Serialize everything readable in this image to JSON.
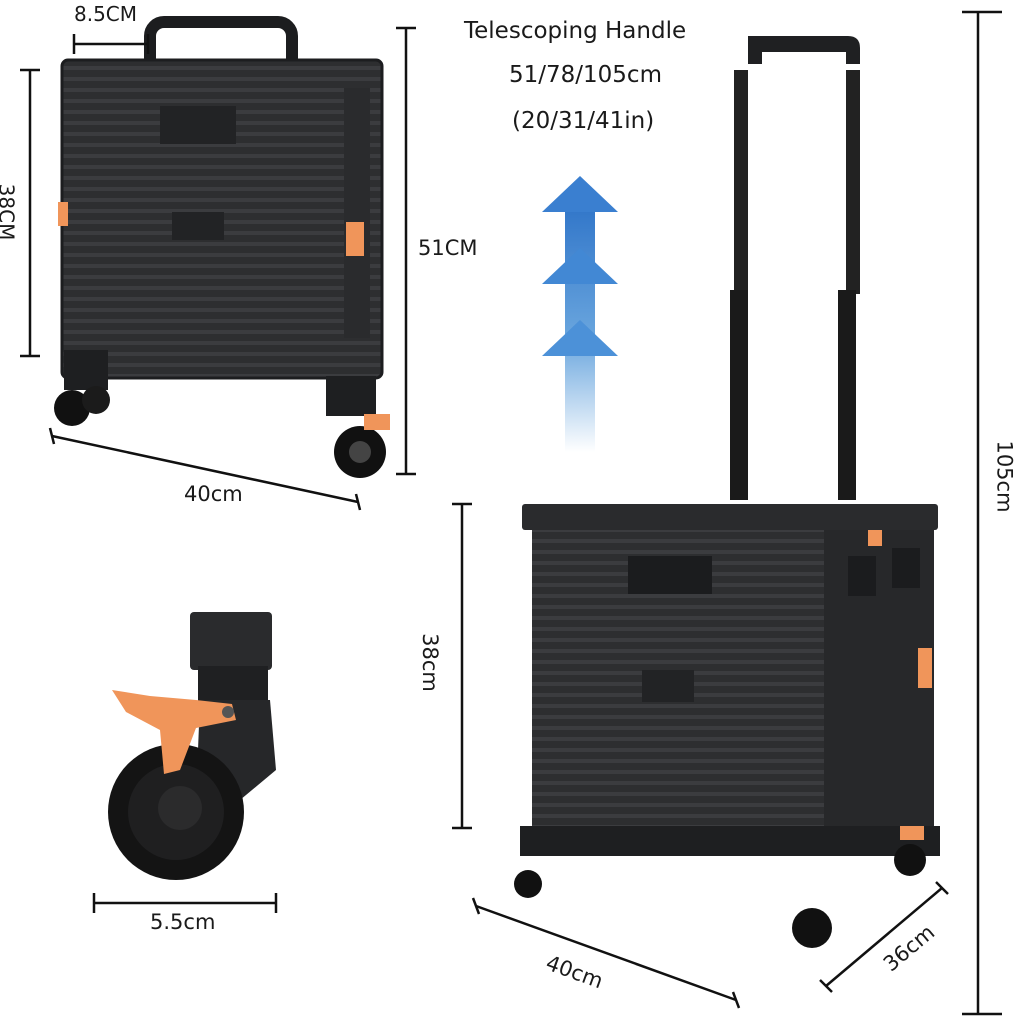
{
  "handle_caption": {
    "title": "Telescoping Handle",
    "heights_cm": "51/78/105cm",
    "heights_in": "(20/31/41in)"
  },
  "folded_cart_dims": {
    "handle_width": "8.5CM",
    "height": "38CM",
    "total_height": "51CM",
    "width": "40cm"
  },
  "wheel_detail": {
    "wheel_width": "5.5cm"
  },
  "open_cart_dims": {
    "box_height": "38cm",
    "width": "40cm",
    "depth": "36cm",
    "total_height": "105cm"
  },
  "colors": {
    "cart_body": "#2b2c2e",
    "cart_dark": "#1c1d1f",
    "accent_orange": "#f0955a",
    "arrow_blue": "#3a7fd0",
    "dim_line": "#111111"
  }
}
